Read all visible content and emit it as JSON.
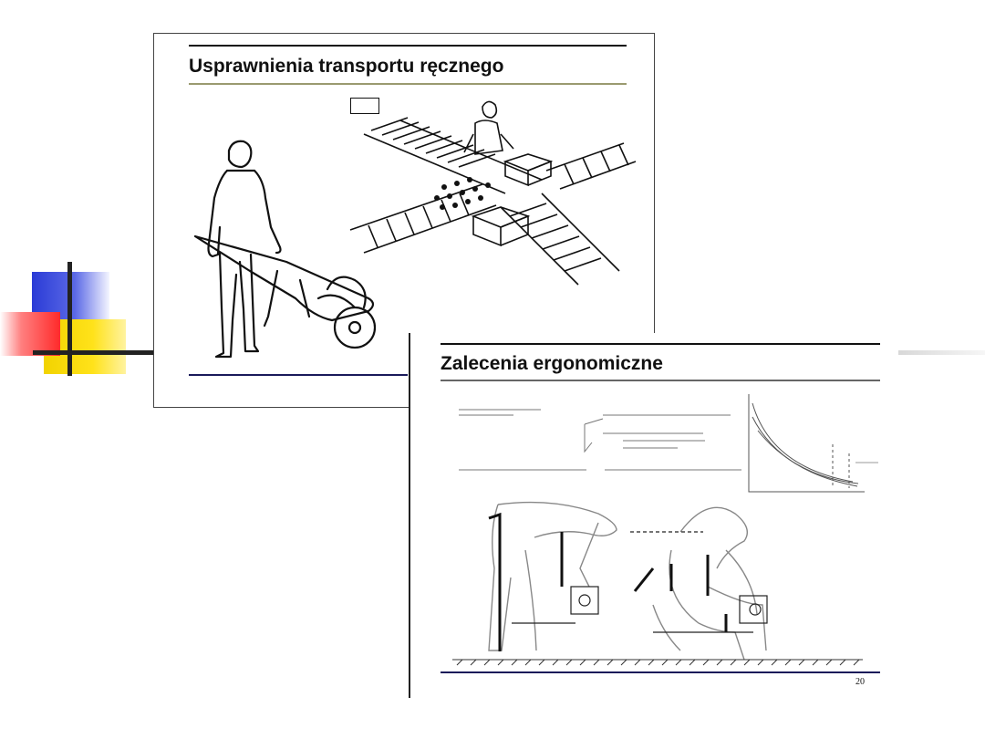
{
  "slide_top": {
    "title": "Usprawnienia transportu ręcznego"
  },
  "slide_bottom": {
    "title": "Zalecenia ergonomiczne",
    "page_number": "20"
  },
  "decoration": {
    "blue": "#2a3bd6",
    "red": "#ff2a2a",
    "yellow": "#ffe21a"
  }
}
